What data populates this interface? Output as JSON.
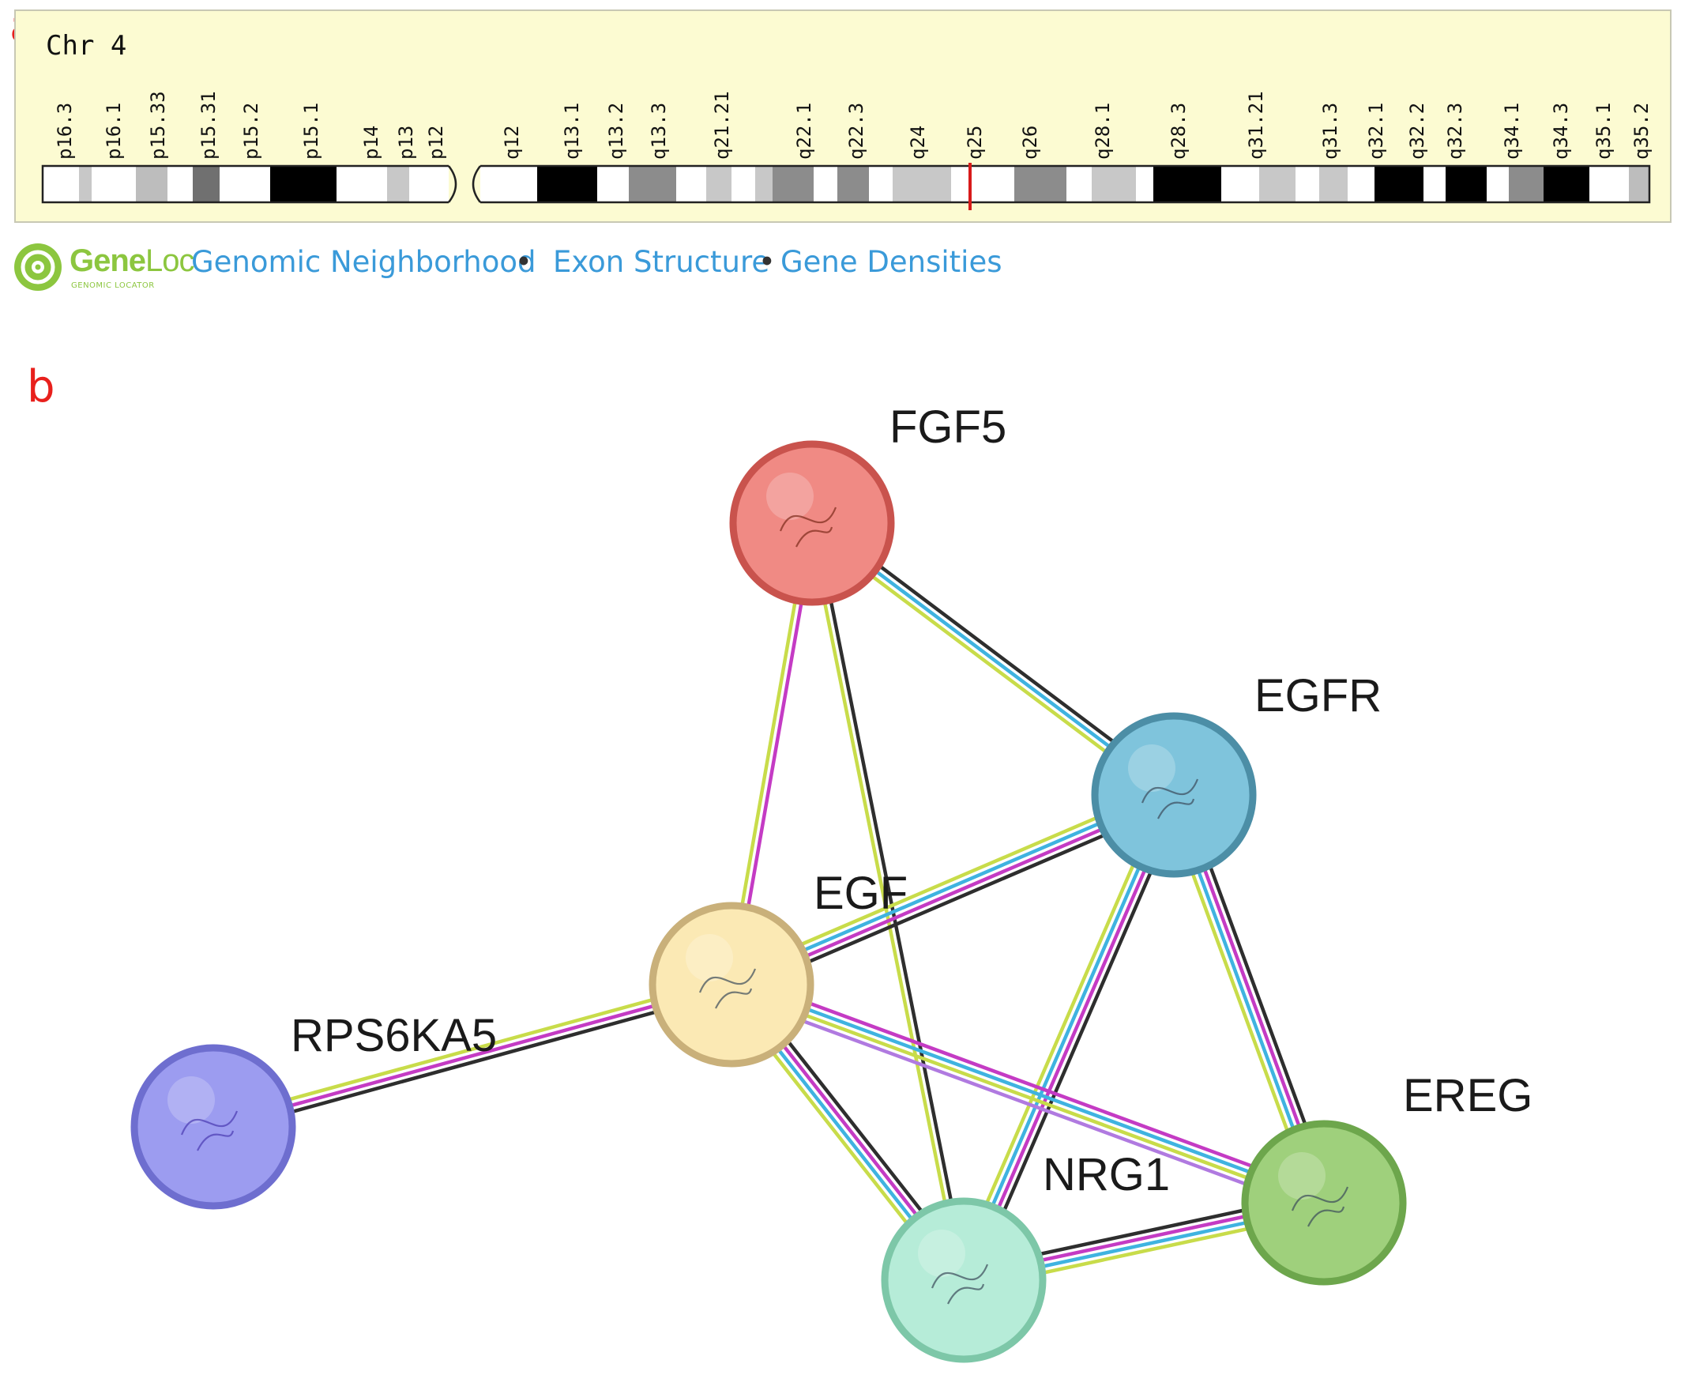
{
  "panel_a": {
    "letter": "a",
    "chromosome_label": "Chr 4",
    "bands": [
      "p16.3",
      "p16.1",
      "p15.33",
      "p15.31",
      "p15.2",
      "p15.1",
      "p14",
      "p13",
      "p12",
      "q12",
      "q13.1",
      "q13.2",
      "q13.3",
      "q21.21",
      "q22.1",
      "q22.3",
      "q24",
      "q25",
      "q26",
      "q28.1",
      "q28.3",
      "q31.21",
      "q31.3",
      "q32.1",
      "q32.2",
      "q32.3",
      "q34.1",
      "q34.3",
      "q35.1",
      "q35.2"
    ],
    "marker_band": "q25",
    "colors": {
      "background": "#fcfbd2",
      "marker": "#d81b1b"
    }
  },
  "geneloc": {
    "brand_gene": "Gene",
    "brand_loc": "Loc",
    "brand_sub": "GENOMIC LOCATOR",
    "links": [
      "Genomic Neighborhood",
      "Exon Structure",
      "Gene Densities"
    ],
    "separator": "•",
    "colors": {
      "brand": "#8cc63f",
      "link": "#3a9ad9"
    }
  },
  "panel_b": {
    "letter": "b",
    "nodes": [
      {
        "id": "FGF5",
        "label": "FGF5",
        "color": "#f08a84",
        "ring": "#c9534d"
      },
      {
        "id": "EGFR",
        "label": "EGFR",
        "color": "#7fc4dc",
        "ring": "#4c8ea6"
      },
      {
        "id": "EGF",
        "label": "EGF",
        "color": "#fbe9b4",
        "ring": "#c9b07a"
      },
      {
        "id": "RPS6KA5",
        "label": "RPS6KA5",
        "color": "#9c9cf0",
        "ring": "#6e6ecf"
      },
      {
        "id": "NRG1",
        "label": "NRG1",
        "color": "#b6ecd8",
        "ring": "#7dc7a8"
      },
      {
        "id": "EREG",
        "label": "EREG",
        "color": "#9fd07c",
        "ring": "#6da64c"
      }
    ],
    "edges": [
      {
        "source": "FGF5",
        "target": "EGFR",
        "evidence": [
          "black",
          "blue",
          "yellow"
        ]
      },
      {
        "source": "FGF5",
        "target": "EGF",
        "evidence": [
          "magenta",
          "yellow"
        ]
      },
      {
        "source": "FGF5",
        "target": "NRG1",
        "evidence": [
          "black",
          "yellow"
        ]
      },
      {
        "source": "EGFR",
        "target": "EGF",
        "evidence": [
          "black",
          "magenta",
          "blue",
          "yellow"
        ]
      },
      {
        "source": "EGFR",
        "target": "NRG1",
        "evidence": [
          "black",
          "magenta",
          "blue",
          "yellow"
        ]
      },
      {
        "source": "EGFR",
        "target": "EREG",
        "evidence": [
          "black",
          "magenta",
          "blue",
          "yellow"
        ]
      },
      {
        "source": "EGF",
        "target": "RPS6KA5",
        "evidence": [
          "black",
          "magenta",
          "yellow"
        ]
      },
      {
        "source": "EGF",
        "target": "NRG1",
        "evidence": [
          "black",
          "magenta",
          "blue",
          "yellow"
        ]
      },
      {
        "source": "EGF",
        "target": "EREG",
        "evidence": [
          "magenta",
          "blue",
          "yellow",
          "violet"
        ]
      },
      {
        "source": "NRG1",
        "target": "EREG",
        "evidence": [
          "black",
          "magenta",
          "blue",
          "yellow"
        ]
      }
    ],
    "evidence_colors": {
      "black": "#2e2e2e",
      "magenta": "#c43bc4",
      "blue": "#3fb3e0",
      "yellow": "#c8dc4a",
      "violet": "#b07ae0"
    }
  }
}
